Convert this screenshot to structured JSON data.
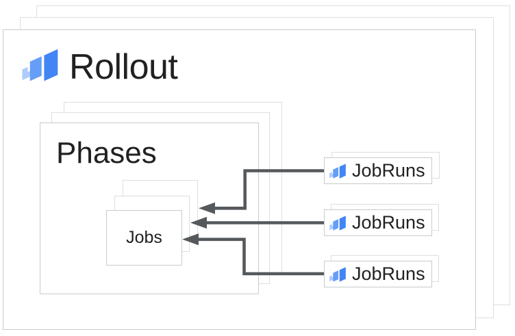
{
  "rollout": {
    "label": "Rollout"
  },
  "phases": {
    "label": "Phases"
  },
  "jobs": {
    "label": "Jobs"
  },
  "jobruns": [
    {
      "label": "JobRuns"
    },
    {
      "label": "JobRuns"
    },
    {
      "label": "JobRuns"
    }
  ],
  "icons": {
    "deploy_icon_name": "cloud-deploy-layers-icon"
  },
  "colors": {
    "icon_blue_dark": "#4285f4",
    "icon_blue_medium": "#669df6",
    "icon_blue_light": "#aecbfa",
    "arrow_gray": "#56595c",
    "border_front": "#c7cace",
    "border_back": "#dcdee1",
    "text": "#212121",
    "background": "#ffffff"
  }
}
